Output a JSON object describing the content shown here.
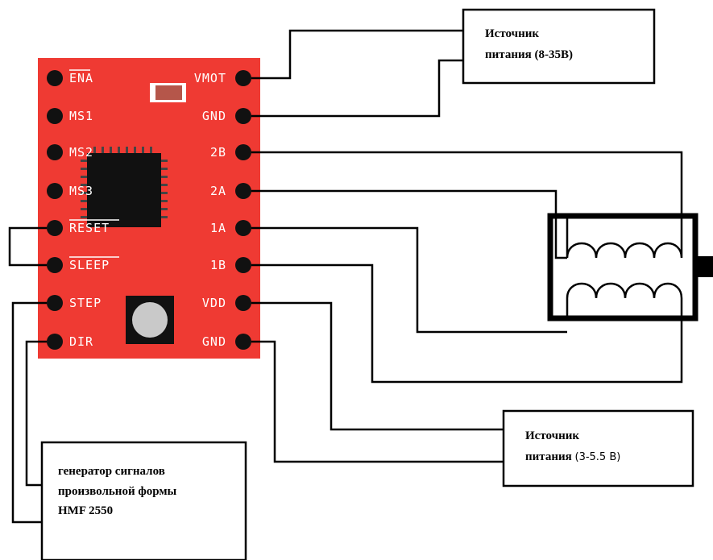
{
  "board": {
    "left_pins": [
      "ENA",
      "MS1",
      "MS2",
      "MS3",
      "RESET",
      "SLEEP",
      "STEP",
      "DIR"
    ],
    "right_pins": [
      "VMOT",
      "GND",
      "2B",
      "2A",
      "1A",
      "1B",
      "VDD",
      "GND"
    ],
    "overlined_pins": [
      "ENA",
      "RESET",
      "SLEEP"
    ]
  },
  "motor_power": {
    "line1": "Источник",
    "line2": "питания (8-35В)"
  },
  "logic_power": {
    "line1": "Источник",
    "line2_prefix": "питания ",
    "line2_suffix": "(3-5.5 В)"
  },
  "generator": {
    "line1": "генератор сигналов",
    "line2": "произвольной формы",
    "line3": "HMF 2550"
  },
  "colors": {
    "board": "#ef3a33",
    "chip": "#111111",
    "resistor": "#b5564a",
    "wire": "#000000"
  }
}
